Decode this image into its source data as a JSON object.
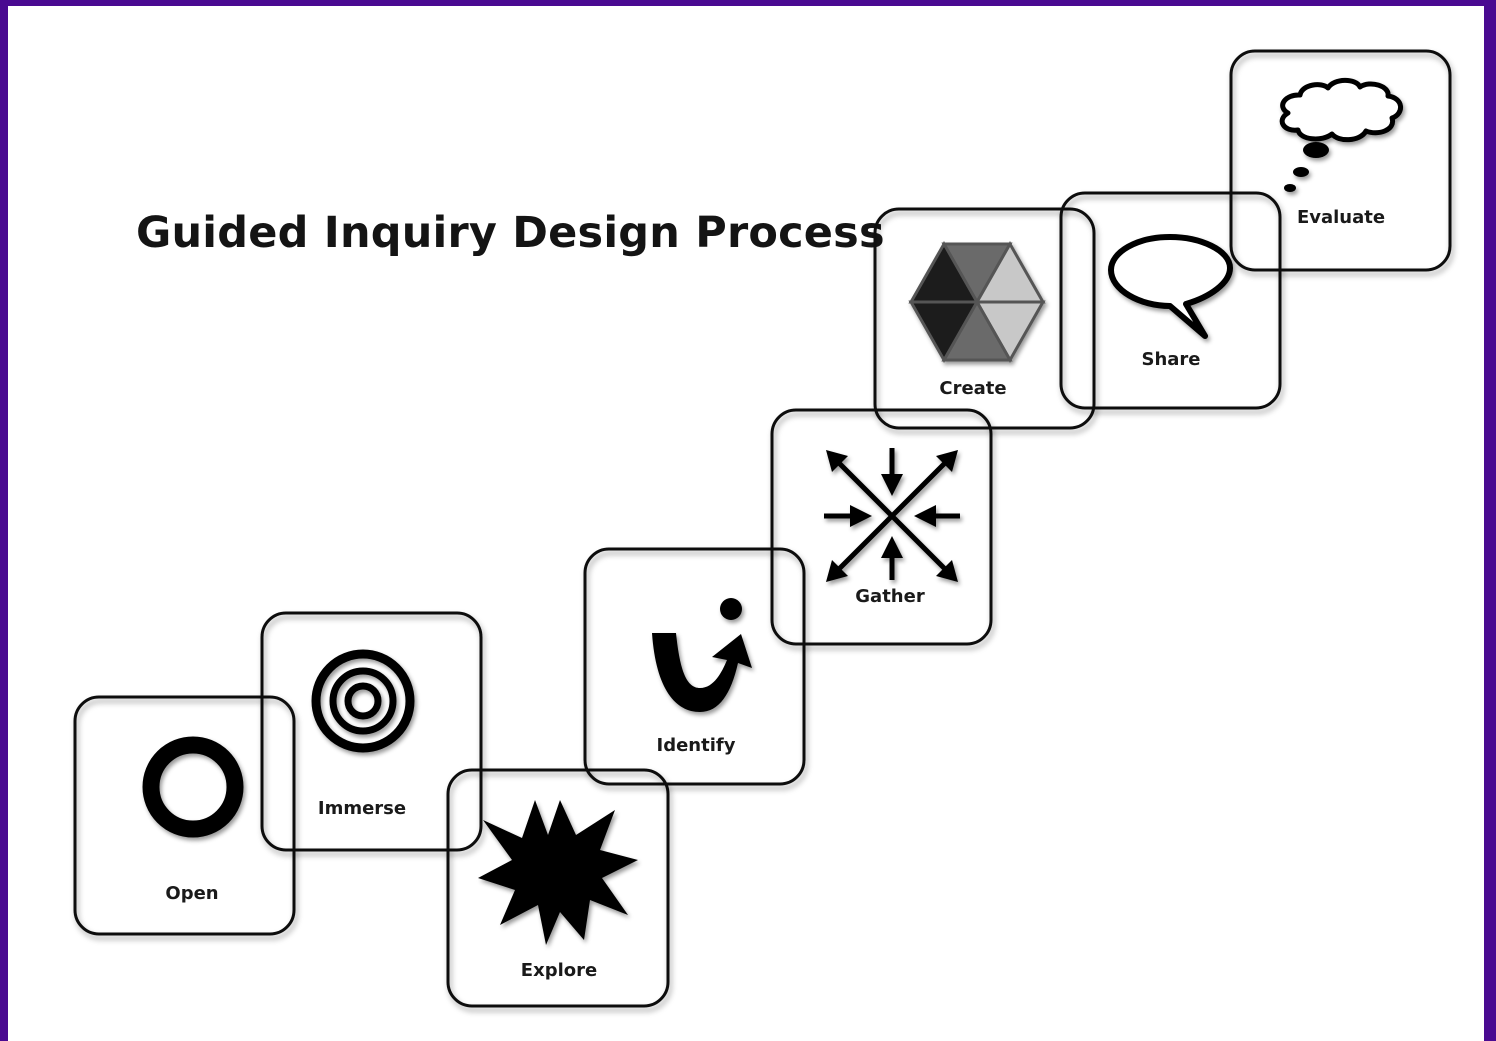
{
  "title": "Guided Inquiry Design Process",
  "steps": [
    {
      "label": "Open",
      "icon": "ring-icon"
    },
    {
      "label": "Immerse",
      "icon": "concentric-circles-icon"
    },
    {
      "label": "Explore",
      "icon": "starburst-icon"
    },
    {
      "label": "Identify",
      "icon": "curved-arrow-dot-icon"
    },
    {
      "label": "Gather",
      "icon": "converging-arrows-icon"
    },
    {
      "label": "Create",
      "icon": "hexagon-icon"
    },
    {
      "label": "Share",
      "icon": "speech-bubble-icon"
    },
    {
      "label": "Evaluate",
      "icon": "thought-bubble-icon"
    }
  ],
  "colors": {
    "border": "#4a0a91",
    "ink": "#111111",
    "hex_dark": "#1a1a1a",
    "hex_mid": "#6b6b6b",
    "hex_light": "#c8c8c8"
  }
}
